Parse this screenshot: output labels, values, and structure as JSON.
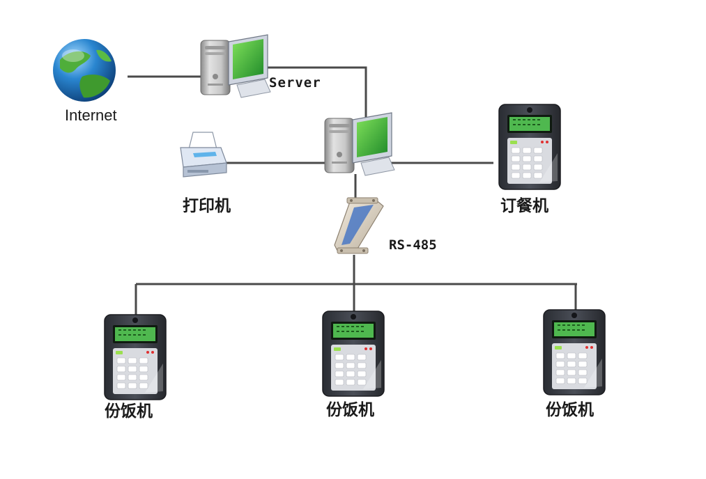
{
  "labels": {
    "internet": "Internet",
    "server": "Server",
    "printer": "打印机",
    "order_terminal": "订餐机",
    "rs485": "RS-485",
    "serving_terminals": [
      "份饭机",
      "份饭机",
      "份饭机"
    ]
  },
  "icons": {
    "internet": "globe-icon",
    "server": "server-computer-icon",
    "workstation": "workstation-computer-icon",
    "printer": "printer-icon",
    "converter": "rs485-converter-icon",
    "terminal": "terminal-keypad-icon"
  },
  "colors": {
    "line": "#4a4a4a",
    "screen": "#3aa63a",
    "terminal_body": "#3d4048",
    "terminal_lcd": "#4fb84f",
    "globe_ocean": "#1f6fb8",
    "globe_land": "#4fae3a"
  }
}
